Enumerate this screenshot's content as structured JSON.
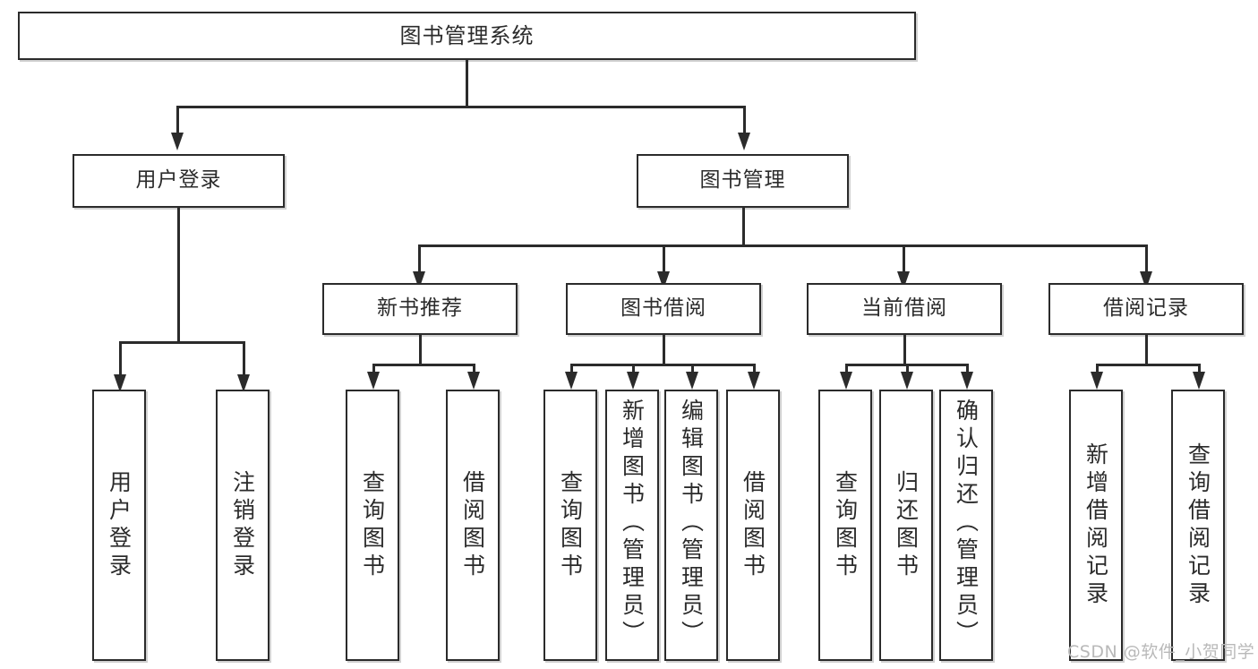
{
  "diagram": {
    "title": "图书管理系统",
    "type": "tree-hierarchy-diagram",
    "root": {
      "label": "图书管理系统"
    },
    "level2": [
      {
        "label": "用户登录"
      },
      {
        "label": "图书管理"
      }
    ],
    "level3": [
      {
        "label": "新书推荐"
      },
      {
        "label": "图书借阅"
      },
      {
        "label": "当前借阅"
      },
      {
        "label": "借阅记录"
      }
    ],
    "leaves": {
      "user_login": [
        {
          "label": "用户登录"
        },
        {
          "label": "注销登录"
        }
      ],
      "new_book_recommend": [
        {
          "label": "查询图书"
        },
        {
          "label": "借阅图书"
        }
      ],
      "book_borrow": [
        {
          "label": "查询图书"
        },
        {
          "label": "新增图书（管理员）"
        },
        {
          "label": "编辑图书（管理员）"
        },
        {
          "label": "借阅图书"
        }
      ],
      "current_borrow": [
        {
          "label": "查询图书"
        },
        {
          "label": "归还图书"
        },
        {
          "label": "确认归还（管理员）"
        }
      ],
      "borrow_record": [
        {
          "label": "新增借阅记录"
        },
        {
          "label": "查询借阅记录"
        }
      ]
    }
  },
  "watermark": {
    "text": "CSDN @软件_小贺同学"
  },
  "colors": {
    "stroke": "#2b2b2b",
    "fill": "#ffffff",
    "text": "#2b2b2b",
    "watermark": "#b9b9b9"
  }
}
